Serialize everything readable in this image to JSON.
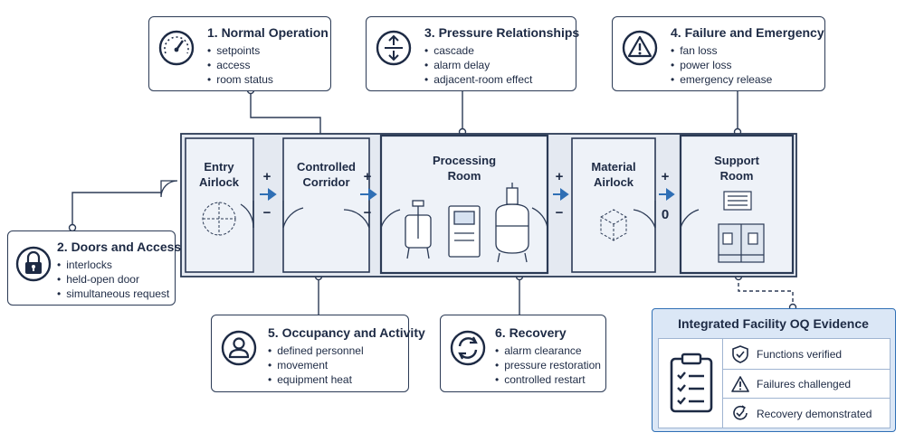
{
  "callouts": [
    {
      "id": "normal-operation",
      "title": "1. Normal Operation",
      "icon": "gauge-icon",
      "items": [
        "setpoints",
        "access",
        "room status"
      ]
    },
    {
      "id": "pressure-relationships",
      "title": "3. Pressure Relationships",
      "icon": "pressure-arrows-icon",
      "items": [
        "cascade",
        "alarm delay",
        "adjacent-room effect"
      ]
    },
    {
      "id": "failure-emergency",
      "title": "4. Failure and Emergency",
      "icon": "warning-icon",
      "items": [
        "fan loss",
        "power loss",
        "emergency release"
      ]
    },
    {
      "id": "doors-access",
      "title": "2. Doors and Access",
      "icon": "lock-icon",
      "items": [
        "interlocks",
        "held-open door",
        "simultaneous request"
      ]
    },
    {
      "id": "occupancy-activity",
      "title": "5. Occupancy and Activity",
      "icon": "person-icon",
      "items": [
        "defined personnel",
        "movement",
        "equipment heat"
      ]
    },
    {
      "id": "recovery",
      "title": "6. Recovery",
      "icon": "recovery-icon",
      "items": [
        "alarm clearance",
        "pressure restoration",
        "controlled restart"
      ]
    }
  ],
  "rooms": [
    {
      "id": "entry-airlock",
      "line1": "Entry",
      "line2": "Airlock"
    },
    {
      "id": "controlled-corridor",
      "line1": "Controlled",
      "line2": "Corridor"
    },
    {
      "id": "processing-room",
      "line1": "Processing",
      "line2": "Room"
    },
    {
      "id": "material-airlock",
      "line1": "Material",
      "line2": "Airlock"
    },
    {
      "id": "support-room",
      "line1": "Support",
      "line2": "Room"
    }
  ],
  "pressure_indicators": [
    {
      "top": "+",
      "bottom": "−"
    },
    {
      "top": "+",
      "bottom": "−"
    },
    {
      "top": "+",
      "bottom": "−"
    },
    {
      "top": "+",
      "bottom": "0"
    }
  ],
  "evidence": {
    "title": "Integrated Facility OQ Evidence",
    "rows": [
      {
        "icon": "shield-check-icon",
        "label": "Functions verified"
      },
      {
        "icon": "warning-icon",
        "label": "Failures challenged"
      },
      {
        "icon": "circular-check-icon",
        "label": "Recovery demonstrated"
      }
    ]
  },
  "colors": {
    "outline": "#2b3a55",
    "room_fill": "#eef2f8",
    "wall": "#c9d3e3",
    "accent_blue": "#2f6fb5",
    "evidence_fill": "#dbe7f6"
  }
}
